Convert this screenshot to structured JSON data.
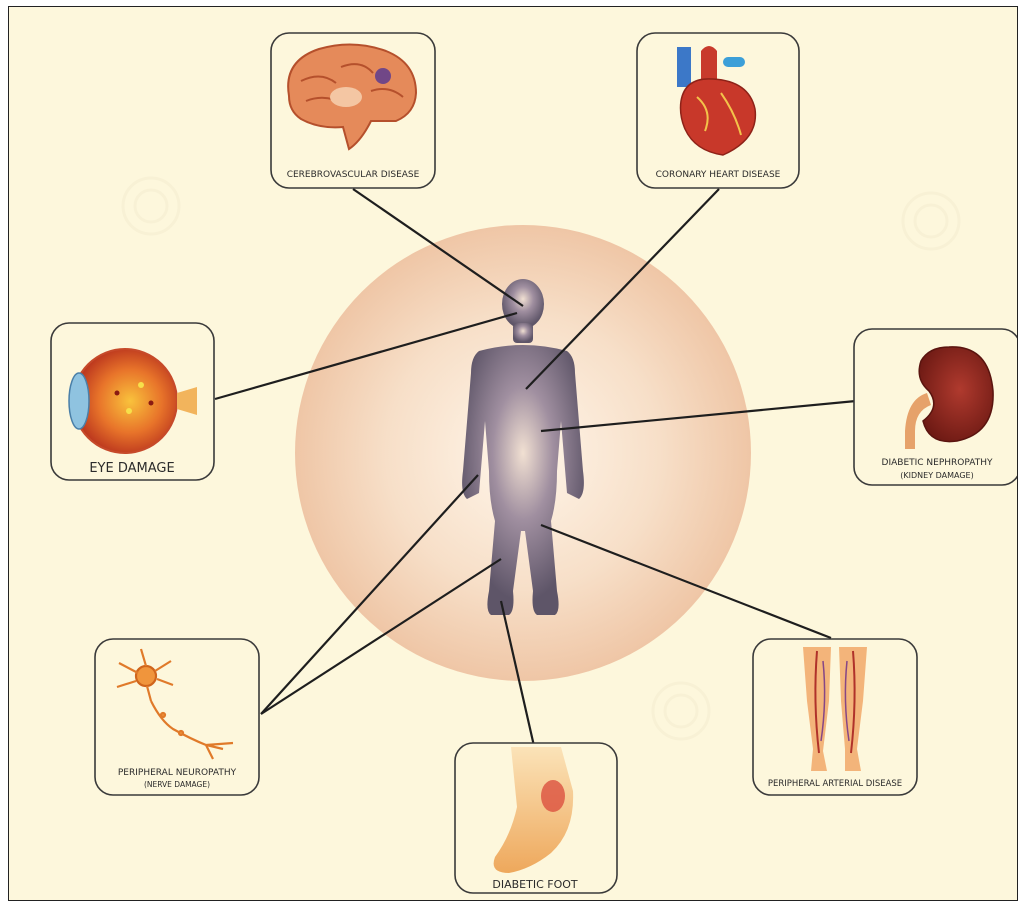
{
  "figure": {
    "center_figure": "human-silhouette",
    "colors": {
      "background": "#fdf7dc",
      "card_border": "#3a3a3a",
      "connector": "#1e1e1e",
      "silhouette": "#6f6478",
      "halo": "#f3cfb4"
    }
  },
  "complications": [
    {
      "id": "cerebrovascular",
      "label": "CEREBROVASCULAR DISEASE",
      "sublabel": "",
      "icon": "brain-icon"
    },
    {
      "id": "coronary",
      "label": "CORONARY HEART DISEASE",
      "sublabel": "",
      "icon": "heart-icon"
    },
    {
      "id": "eye",
      "label": "EYE DAMAGE",
      "sublabel": "",
      "icon": "eye-icon"
    },
    {
      "id": "kidney",
      "label": "DIABETIC NEPHROPATHY",
      "sublabel": "(KIDNEY DAMAGE)",
      "icon": "kidney-icon"
    },
    {
      "id": "neuropathy",
      "label": "PERIPHERAL NEUROPATHY",
      "sublabel": "(NERVE DAMAGE)",
      "icon": "neuron-icon"
    },
    {
      "id": "foot",
      "label": "DIABETIC FOOT",
      "sublabel": "",
      "icon": "foot-icon"
    },
    {
      "id": "arterial",
      "label": "PERIPHERAL ARTERIAL DISEASE",
      "sublabel": "",
      "icon": "legs-arteries-icon"
    }
  ]
}
